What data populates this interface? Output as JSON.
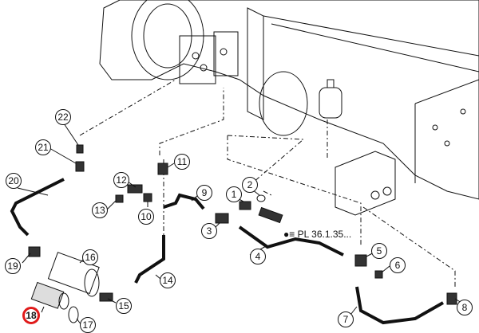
{
  "diagram": {
    "title": "Hydraulic filter and lines – exploded parts view",
    "highlight_color": "#e01b1b",
    "line_color": "#111111",
    "highlighted_part": "18",
    "reference_note": "PL 36.1.35...",
    "callouts": [
      {
        "id": "1",
        "label": "1"
      },
      {
        "id": "2",
        "label": "2"
      },
      {
        "id": "3",
        "label": "3"
      },
      {
        "id": "4",
        "label": "4"
      },
      {
        "id": "5",
        "label": "5"
      },
      {
        "id": "6",
        "label": "6"
      },
      {
        "id": "7",
        "label": "7"
      },
      {
        "id": "8",
        "label": "8"
      },
      {
        "id": "9",
        "label": "9"
      },
      {
        "id": "10",
        "label": "10"
      },
      {
        "id": "11",
        "label": "11"
      },
      {
        "id": "12",
        "label": "12"
      },
      {
        "id": "13",
        "label": "13"
      },
      {
        "id": "14",
        "label": "14"
      },
      {
        "id": "15",
        "label": "15"
      },
      {
        "id": "16",
        "label": "16"
      },
      {
        "id": "17",
        "label": "17"
      },
      {
        "id": "18",
        "label": "18"
      },
      {
        "id": "19",
        "label": "19"
      },
      {
        "id": "20",
        "label": "20"
      },
      {
        "id": "21",
        "label": "21"
      },
      {
        "id": "22",
        "label": "22"
      }
    ]
  }
}
